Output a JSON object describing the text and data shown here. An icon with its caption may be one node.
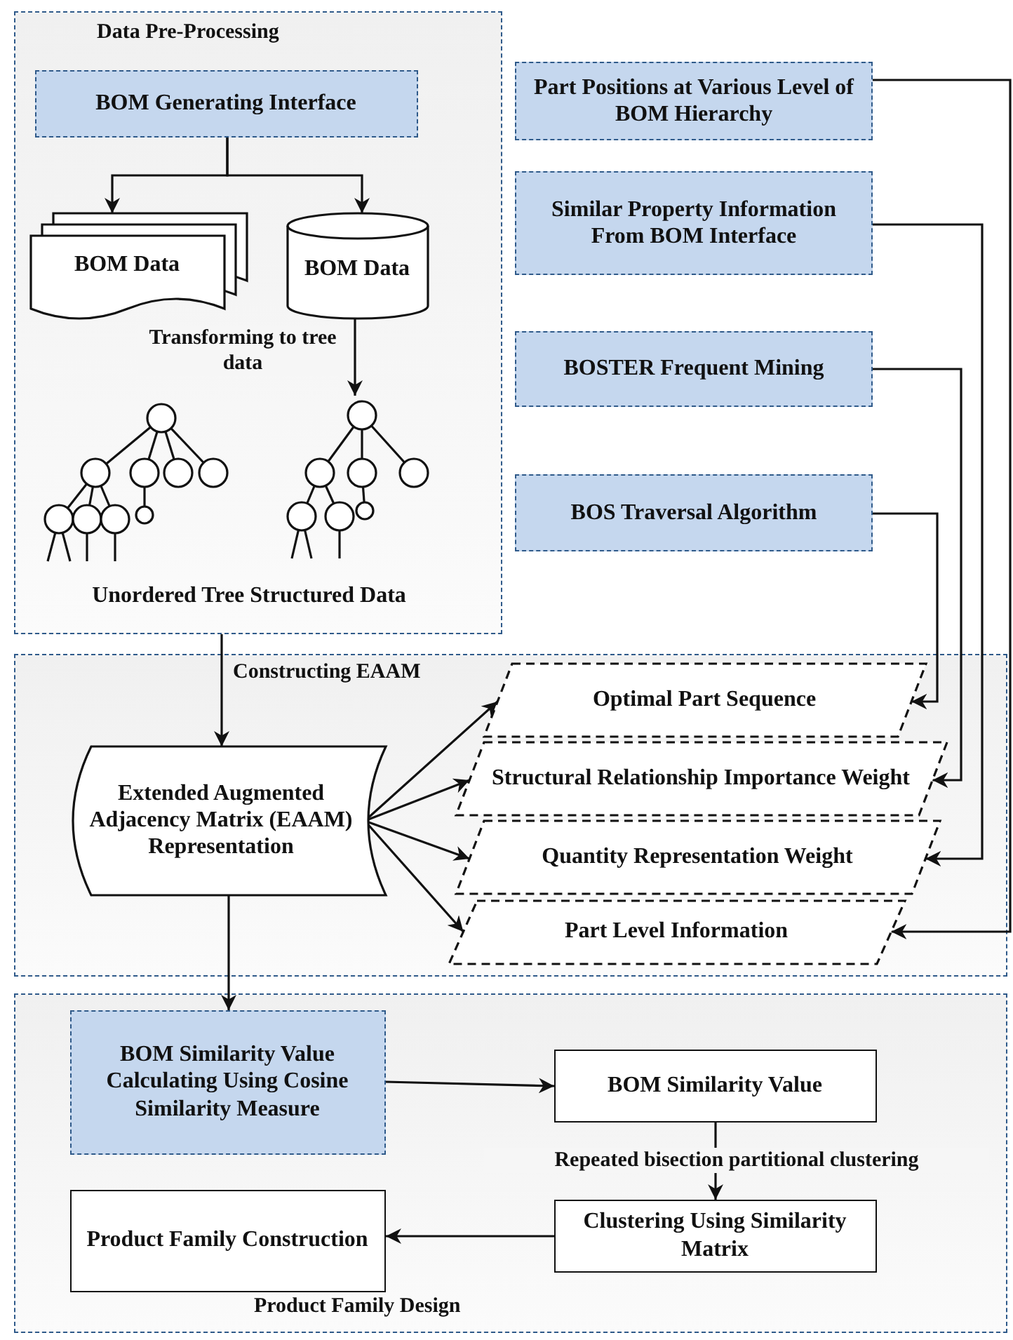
{
  "diagram": {
    "nodes": [
      {
        "text": [
          "Data Pre-Processing"
        ]
      },
      {
        "text": [
          "BOM Generating Interface"
        ],
        "in": 0
      },
      {
        "text": [
          "BOM Data"
        ],
        "in": 0
      },
      {
        "text": [
          "BOM Data"
        ],
        "in": 0
      },
      {
        "text": [
          "Unordered Tree Structured Data"
        ],
        "in": 0
      },
      {
        "text": [
          "Part Positions at Various Level of BOM Hierarchy"
        ]
      },
      {
        "text": [
          "Similar Property Information From BOM Interface"
        ]
      },
      {
        "text": [
          "BOSTER Frequent Mining"
        ]
      },
      {
        "text": [
          "BOS Traversal Algorithm"
        ]
      },
      {
        "text": [
          "Constructing EAAM"
        ]
      },
      {
        "text": [
          "Extended Augmented Adjacency Matrix (EAAM) Representation"
        ],
        "in": 9
      },
      {
        "text": [
          "Optimal Part Sequence"
        ],
        "in": 9
      },
      {
        "text": [
          "Structural Relationship Importance Weight"
        ],
        "in": 9
      },
      {
        "text": [
          "Quantity Representation Weight"
        ],
        "in": 9
      },
      {
        "text": [
          "Part Level Information"
        ],
        "in": 9
      },
      {
        "text": [
          "Product Family Design"
        ]
      },
      {
        "text": [
          "BOM Similarity Value Calculating Using Cosine Similarity Measure"
        ],
        "in": 15
      },
      {
        "text": [
          "BOM Similarity Value"
        ],
        "in": 15
      },
      {
        "text": [
          "Clustering Using Similarity Matrix"
        ],
        "in": 15
      },
      {
        "text": [
          "Product Family Construction"
        ],
        "in": 15
      }
    ],
    "edges": [
      {
        "from": 1,
        "to": 2,
        "arrow": "to"
      },
      {
        "from": 1,
        "to": 3,
        "arrow": "to"
      },
      {
        "from": 3,
        "to": 4,
        "arrow": "to",
        "label": "Transforming to tree data"
      },
      {
        "from": 0,
        "to": 10,
        "arrow": "to"
      },
      {
        "from": 5,
        "to": 14,
        "arrow": "to"
      },
      {
        "from": 6,
        "to": 13,
        "arrow": "to"
      },
      {
        "from": 7,
        "to": 12,
        "arrow": "to"
      },
      {
        "from": 8,
        "to": 11,
        "arrow": "to"
      },
      {
        "from": 10,
        "to": 11,
        "arrow": "to"
      },
      {
        "from": 10,
        "to": 12,
        "arrow": "to"
      },
      {
        "from": 10,
        "to": 13,
        "arrow": "to"
      },
      {
        "from": 10,
        "to": 14,
        "arrow": "to"
      },
      {
        "from": 10,
        "to": 16,
        "arrow": "to"
      },
      {
        "from": 16,
        "to": 17,
        "arrow": "to"
      },
      {
        "from": 17,
        "to": 18,
        "arrow": "to",
        "label": "Repeated bisection partitional clustering"
      },
      {
        "from": 18,
        "to": 19,
        "arrow": "to"
      }
    ]
  }
}
